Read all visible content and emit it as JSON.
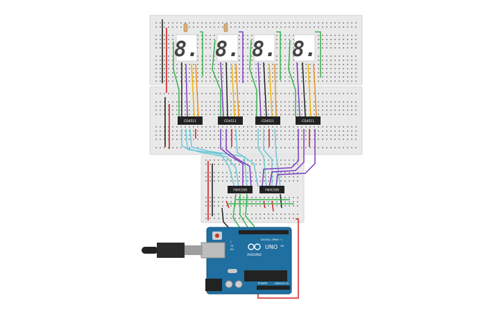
{
  "displays": [
    {
      "digit": "8."
    },
    {
      "digit": "8."
    },
    {
      "digit": "8."
    },
    {
      "digit": "8."
    }
  ],
  "driver_chips": [
    {
      "label": "CD4511"
    },
    {
      "label": "CD4511"
    },
    {
      "label": "CD4511"
    },
    {
      "label": "CD4511"
    }
  ],
  "shift_chips": [
    {
      "label": "74HC595"
    },
    {
      "label": "74HC595"
    }
  ],
  "arduino": {
    "brand": "ARDUINO",
    "model": "UNO",
    "digital_label": "DIGITAL (PWM ~)",
    "power_label": "POWER",
    "analog_label": "ANALOG IN",
    "tx_label": "TX",
    "rx_label": "RX",
    "l_label": "L",
    "on_label": "ON"
  },
  "colors": {
    "board": "#e9e9e9",
    "arduino": "#1f6fa0",
    "chip": "#222222",
    "segment": "#444444",
    "wire_red": "#d32020",
    "wire_black": "#222222",
    "wire_green": "#37b24d",
    "wire_yellow": "#f0b400",
    "wire_purple": "#7a3bbf",
    "wire_cyan": "#6cc7d8",
    "wire_orange": "#f08c1a"
  }
}
